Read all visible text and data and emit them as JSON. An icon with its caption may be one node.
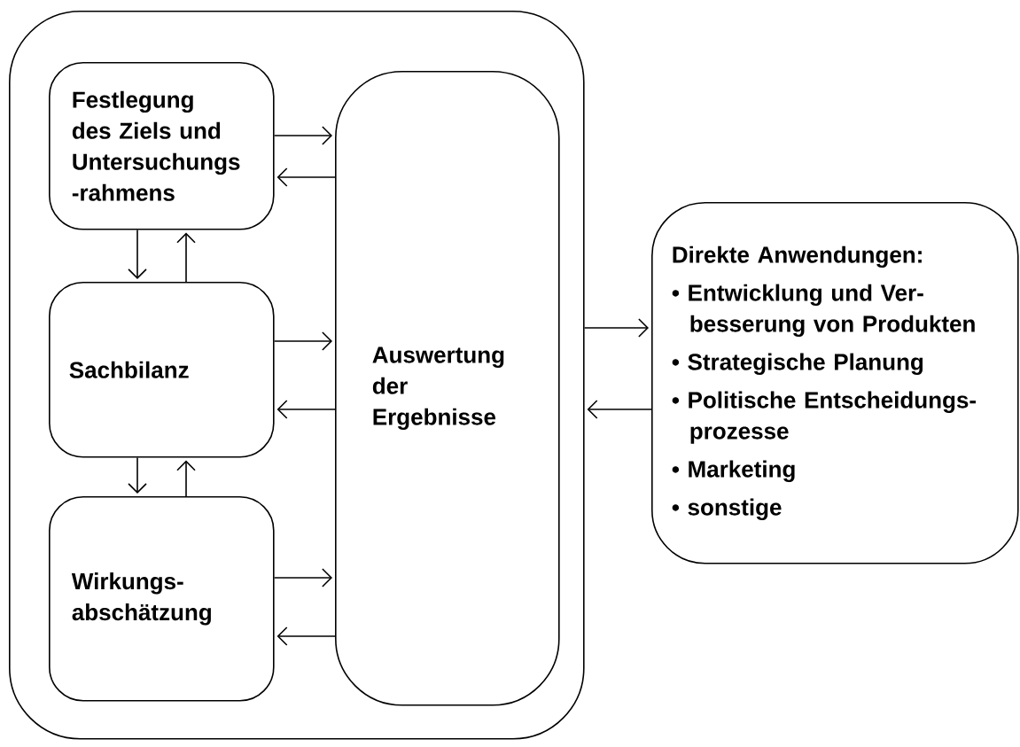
{
  "diagram": {
    "nodes": [
      {
        "text": [],
        "shape": "box"
      },
      {
        "text": [
          "Festlegung des Ziels und Untersuchungs -rahmens"
        ],
        "in": 0
      },
      {
        "text": [
          "Sachbilanz"
        ],
        "in": 0
      },
      {
        "text": [
          "Wirkungs- abschätzung"
        ],
        "in": 0
      },
      {
        "text": [
          "Auswertung der Ergebnisse"
        ],
        "in": 0
      },
      {
        "text": [
          "Direkte Anwendungen:",
          "• Entwicklung und Ver- besserung von Produkten",
          "• Strategische Planung",
          "• Politische Entscheidungs- prozesse",
          "• Marketing",
          "• sonstige"
        ]
      }
    ],
    "edges": [
      {
        "from": 1,
        "to": 4,
        "arrow": "to"
      },
      {
        "from": 4,
        "to": 1,
        "arrow": "to"
      },
      {
        "from": 1,
        "to": 2,
        "arrow": "to"
      },
      {
        "from": 2,
        "to": 1,
        "arrow": "to"
      },
      {
        "from": 2,
        "to": 4,
        "arrow": "to"
      },
      {
        "from": 4,
        "to": 2,
        "arrow": "to"
      },
      {
        "from": 2,
        "to": 3,
        "arrow": "to"
      },
      {
        "from": 3,
        "to": 2,
        "arrow": "to"
      },
      {
        "from": 3,
        "to": 4,
        "arrow": "to"
      },
      {
        "from": 4,
        "to": 3,
        "arrow": "to"
      },
      {
        "from": 0,
        "to": 5,
        "arrow": "to"
      },
      {
        "from": 5,
        "to": 0,
        "arrow": "to"
      }
    ]
  }
}
